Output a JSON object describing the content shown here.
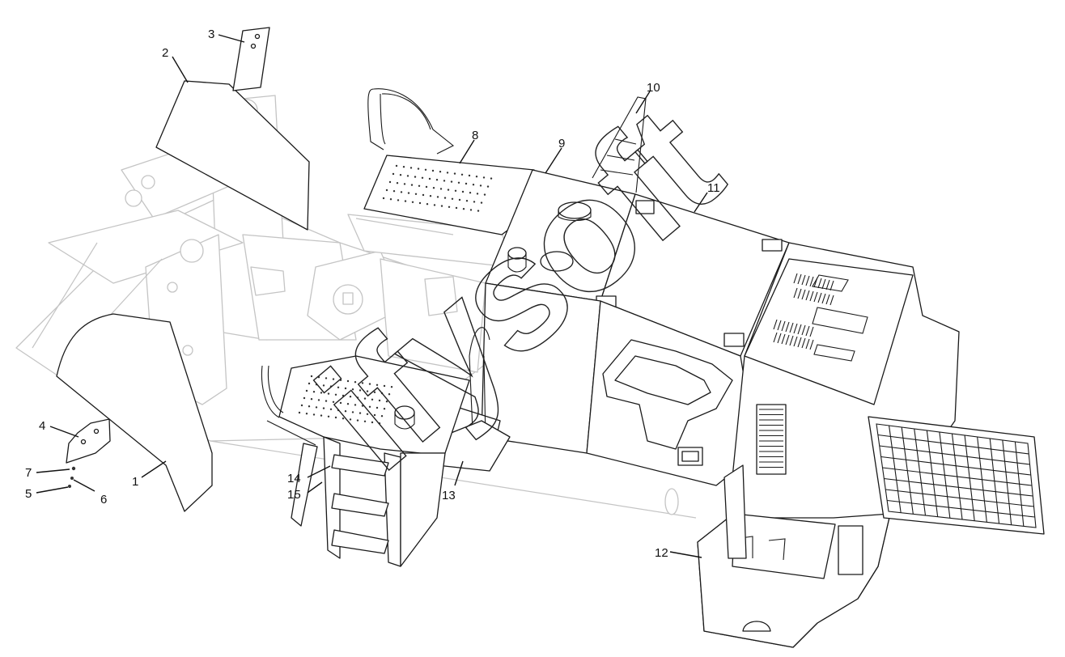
{
  "diagram": {
    "callouts": [
      {
        "id": "c1",
        "label": "1"
      },
      {
        "id": "c2",
        "label": "2"
      },
      {
        "id": "c3",
        "label": "3"
      },
      {
        "id": "c4",
        "label": "4"
      },
      {
        "id": "c5",
        "label": "5"
      },
      {
        "id": "c6",
        "label": "6"
      },
      {
        "id": "c7",
        "label": "7"
      },
      {
        "id": "c8",
        "label": "8"
      },
      {
        "id": "c9",
        "label": "9"
      },
      {
        "id": "c10",
        "label": "10"
      },
      {
        "id": "c11",
        "label": "11"
      },
      {
        "id": "c12",
        "label": "12"
      },
      {
        "id": "c13",
        "label": "13"
      },
      {
        "id": "c14",
        "label": "14"
      },
      {
        "id": "c15",
        "label": "15"
      }
    ],
    "watermark": "ifysoft",
    "colors": {
      "line": "#1a1a1a",
      "ghost": "#c4c4c4",
      "background": "#ffffff"
    }
  }
}
